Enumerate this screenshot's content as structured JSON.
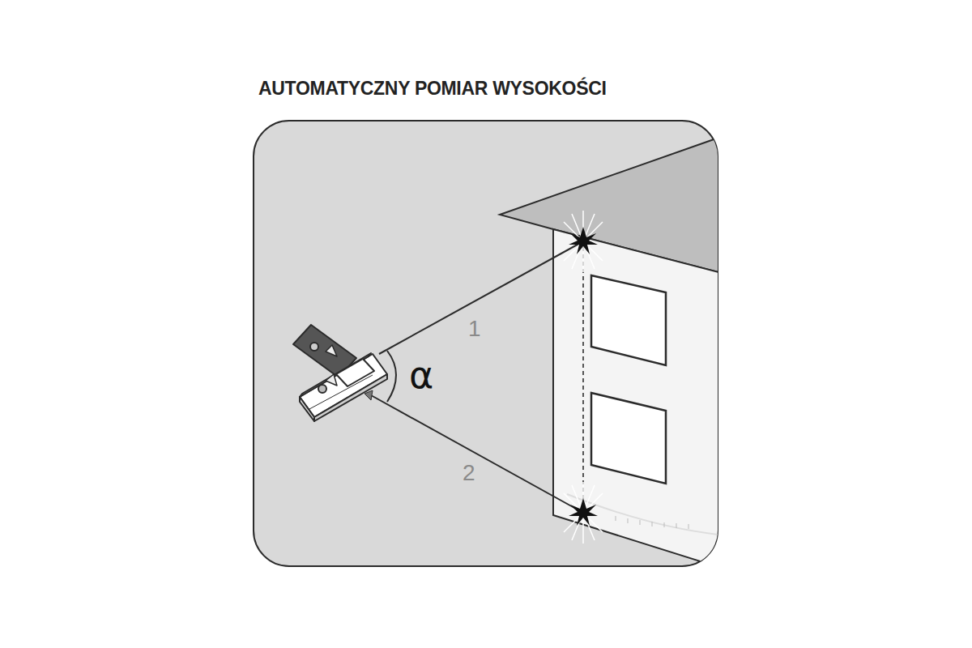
{
  "diagram": {
    "title": "AUTOMATYCZNY POMIAR WYSOKOŚCI",
    "labels": [
      "1",
      "2",
      "α"
    ]
  }
}
